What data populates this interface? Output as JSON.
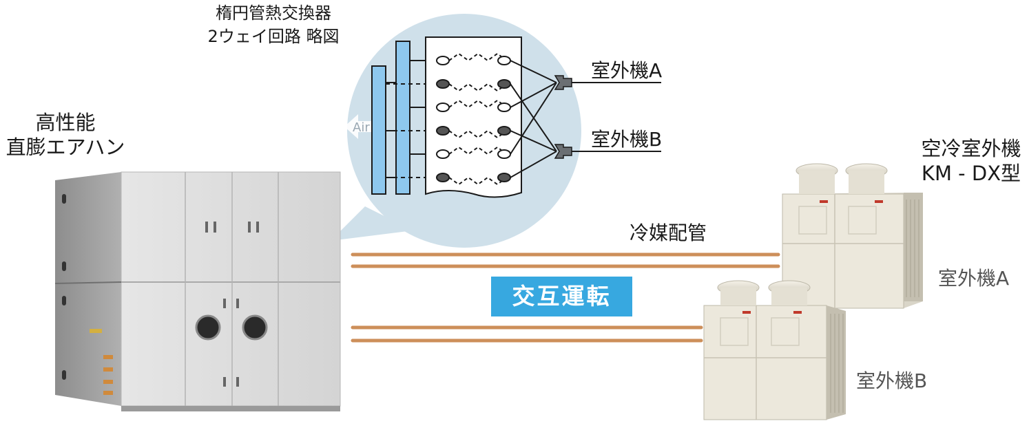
{
  "heat_exchanger": {
    "title_line1": "楕円管熱交換器",
    "title_line2": "2ウェイ回路 略図",
    "air_label": "Air",
    "outdoor_a_label": "室外機A",
    "outdoor_b_label": "室外機B"
  },
  "air_handler": {
    "title_line1": "高性能",
    "title_line2": "直膨エアハン"
  },
  "outdoor_units": {
    "title_line1": "空冷室外機",
    "title_line2": "KM - DX型",
    "unit_a_label": "室外機A",
    "unit_b_label": "室外機B"
  },
  "piping": {
    "label": "冷媒配管",
    "operation_badge": "交互運転"
  },
  "colors": {
    "bubble": "#cfe0ea",
    "pipe": "#cd8f5a",
    "badge": "#37a8e0",
    "coil_bar": "#8ec8ee",
    "unit_body": "#ece8dc",
    "ahu_body": "#dcdcdc"
  }
}
